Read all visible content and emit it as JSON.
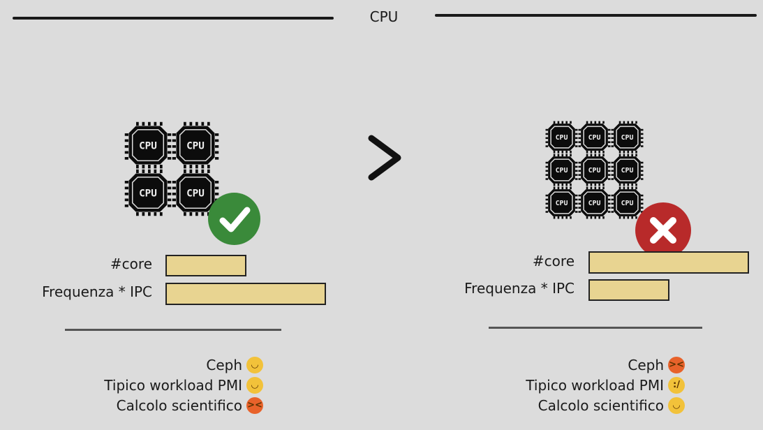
{
  "title": "CPU",
  "comparison_symbol": ">",
  "left": {
    "chip_label": "CPU",
    "chip_grid": "2x2",
    "verdict_icon": "check-icon",
    "verdict_color": "#3a8a3a",
    "metrics": [
      {
        "label": "#core",
        "level": 0.5
      },
      {
        "label": "Frequenza * IPC",
        "level": 1.0
      }
    ],
    "workloads": [
      {
        "label": "Ceph",
        "emoji": "slightly-smiling-face",
        "color": "#f2c23a"
      },
      {
        "label": "Tipico workload PMI",
        "emoji": "slightly-smiling-face",
        "color": "#f2c23a"
      },
      {
        "label": "Calcolo scientifico",
        "emoji": "angry-face",
        "color": "#e8622a"
      }
    ]
  },
  "right": {
    "chip_label": "CPU",
    "chip_grid": "3x3",
    "verdict_icon": "x-icon",
    "verdict_color": "#b82a2a",
    "metrics": [
      {
        "label": "#core",
        "level": 1.0
      },
      {
        "label": "Frequenza * IPC",
        "level": 0.5
      }
    ],
    "workloads": [
      {
        "label": "Ceph",
        "emoji": "angry-face",
        "color": "#e8622a"
      },
      {
        "label": "Tipico workload PMI",
        "emoji": "confused-face",
        "color": "#f2c23a"
      },
      {
        "label": "Calcolo scientifico",
        "emoji": "slightly-smiling-face",
        "color": "#f2c23a"
      }
    ]
  }
}
